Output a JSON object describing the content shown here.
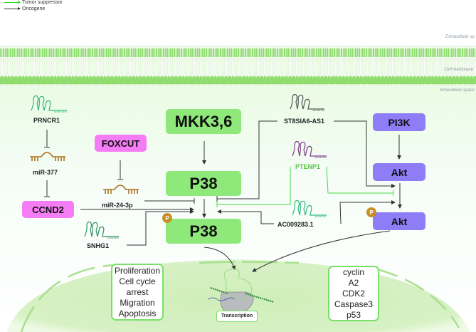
{
  "legend": {
    "items": [
      {
        "label": "Tumor suppressor",
        "color": "#22dd22"
      },
      {
        "label": "Oncogene",
        "color": "#333333"
      }
    ]
  },
  "regions": {
    "extracellular": "Extracellular sp",
    "membrane": "Cell membrane",
    "intracellular": "Intracellular space"
  },
  "nodes": {
    "mkk": "MKK3,6",
    "p38": "P38",
    "p38_phos": "P38",
    "pi3k": "PI3K",
    "akt": "Akt",
    "akt_phos": "Akt",
    "foxcut": "FOXCUT",
    "ccnd2": "CCND2",
    "phos_badge": "P"
  },
  "rnas": {
    "prncr1": "PRNCR1",
    "mir377": "miR-377",
    "mir24": "miR-24-3p",
    "snhg1": "SNHG1",
    "st8sia6": "ST8SIA6-AS1",
    "ptenp1": "PTENP1",
    "ac009283": "AC009283.1"
  },
  "outcomes": {
    "left": [
      "Proliferation",
      "Cell cycle",
      "arrest",
      "Migration",
      "Apoptosis"
    ],
    "right": [
      "cyclin",
      "A2",
      "CDK2",
      "Caspase3",
      "p53"
    ],
    "transcription": "Transcription"
  },
  "colors": {
    "green_node": "#8ee87a",
    "pink_node": "#f47cf4",
    "purple_node": "#8f7df7",
    "tumor_suppressor_line": "#44dd44",
    "oncogene_line": "#333333",
    "phospho": "#c98f25",
    "mirna": "#a9731a"
  }
}
